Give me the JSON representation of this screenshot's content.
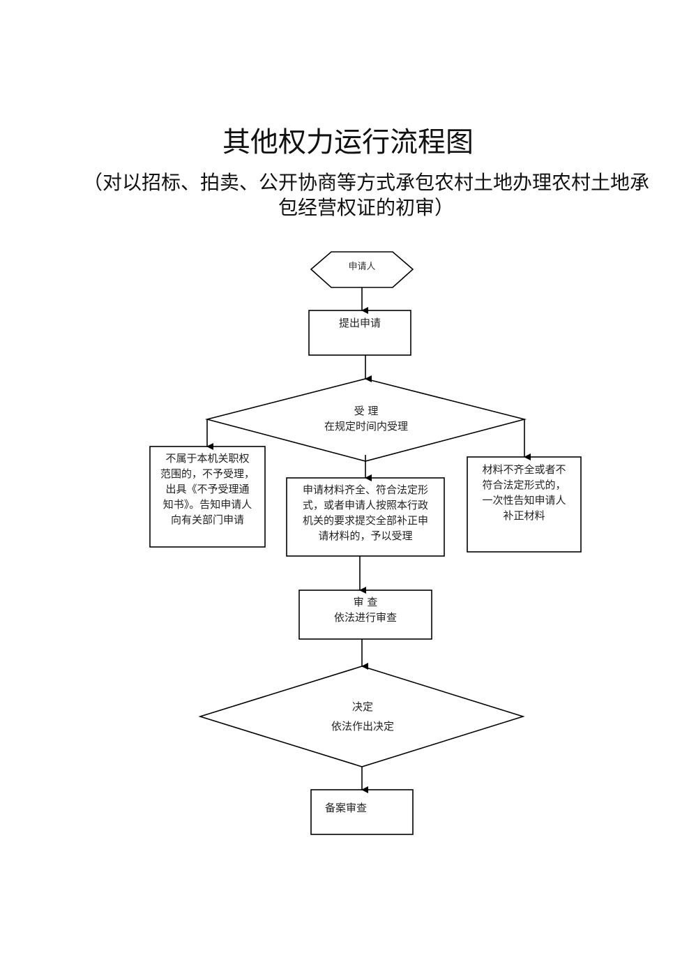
{
  "header": {
    "title": "其他权力运行流程图",
    "subtitle": "（对以招标、拍卖、公开协商等方式承包农村土地办理农村土地承包经营权证的初审）",
    "subtitle_lines": [
      "（对以招标、拍卖、公开协商等方式承包农村土地办理农村土地承",
      "包经营权证的初审）"
    ]
  },
  "flow": {
    "applicant": {
      "label": "申请人"
    },
    "submit": {
      "label": "提出申请"
    },
    "accept": {
      "label": "受  理",
      "detail": "在规定时间内受理"
    },
    "reject": {
      "lines": [
        "不属于本机关职权",
        "范围的，不予受理，",
        "出具《不予受理通",
        "知书》。告知申请人",
        "向有关部门申请"
      ]
    },
    "accepted": {
      "lines": [
        "申请材料齐全、符合法定形",
        "式，或者申请人按照本行政",
        "机关的要求提交全部补正申",
        "请材料的，予以受理"
      ]
    },
    "incomplete": {
      "lines": [
        "材料不齐全或者不",
        "符合法定形式的，",
        "一次性告知申请人",
        "补正材料"
      ]
    },
    "review": {
      "label": "审  查",
      "detail": "依法进行审查"
    },
    "decision": {
      "label": "决定",
      "detail": "依法作出决定"
    },
    "filing": {
      "label": "备案审查"
    }
  },
  "colors": {
    "stroke": "#000000",
    "text": "#222222",
    "background": "#ffffff"
  }
}
